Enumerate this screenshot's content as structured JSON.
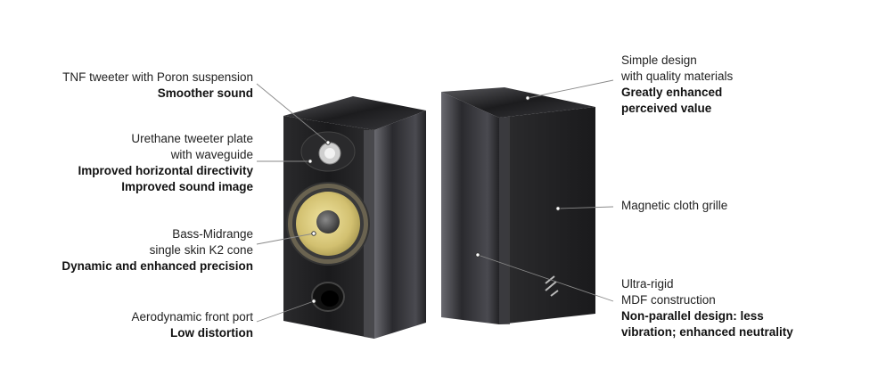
{
  "callouts": {
    "tweeter": {
      "lines": [
        "TNF tweeter with Poron suspension"
      ],
      "bold": [
        "Smoother sound"
      ]
    },
    "tweeter_plate": {
      "lines": [
        "Urethane tweeter plate",
        "with waveguide"
      ],
      "bold": [
        "Improved horizontal directivity",
        "Improved sound image"
      ]
    },
    "bass_midrange": {
      "lines": [
        "Bass-Midrange",
        "single skin K2 cone"
      ],
      "bold": [
        "Dynamic and enhanced precision"
      ]
    },
    "front_port": {
      "lines": [
        "Aerodynamic front port"
      ],
      "bold": [
        "Low distortion"
      ]
    },
    "simple_design": {
      "lines": [
        "Simple design",
        "with quality materials"
      ],
      "bold": [
        "Greatly enhanced",
        "perceived value"
      ]
    },
    "grille": {
      "lines": [
        "Magnetic cloth grille"
      ],
      "bold": []
    },
    "mdf": {
      "lines": [
        "Ultra-rigid",
        "MDF construction"
      ],
      "bold": [
        "Non-parallel design: less",
        "vibration; enhanced neutrality"
      ]
    }
  },
  "colors": {
    "cabinet_dark": "#1e1e20",
    "cabinet_gloss": "#4a4a4e",
    "cone_yellow": "#d8c77a",
    "leader_line": "#888888"
  }
}
